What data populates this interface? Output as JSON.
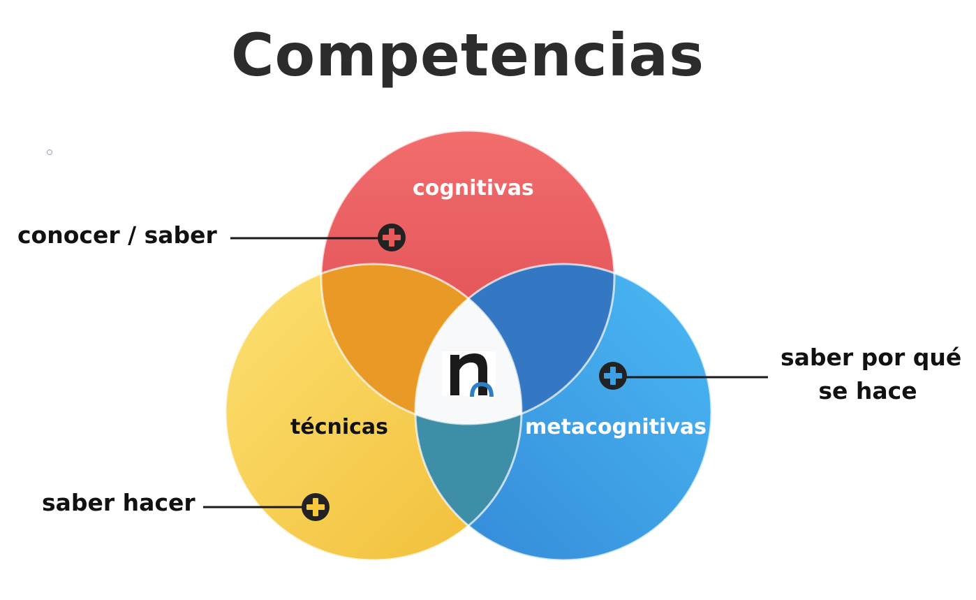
{
  "title": "Competencias",
  "circles": [
    {
      "id": "cognitivas",
      "label": "cognitivas",
      "color": "#e85a5a",
      "text_color": "#ffffff"
    },
    {
      "id": "tecnicas",
      "label": "técnicas",
      "color": "#f7c83c",
      "text_color": "#111111"
    },
    {
      "id": "metacognitivas",
      "label": "metacognitivas",
      "color": "#3d9fe6",
      "text_color": "#ffffff"
    }
  ],
  "callouts": [
    {
      "id": "conocer",
      "label": "conocer / saber",
      "icon": "plus-circle-icon",
      "icon_color": "#e85a5a"
    },
    {
      "id": "hacer",
      "label": "saber hacer",
      "icon": "plus-circle-icon",
      "icon_color": "#f7c83c"
    },
    {
      "id": "porque",
      "line1": "saber por qué",
      "line2": "se hace",
      "icon": "plus-circle-icon",
      "icon_color": "#3d9fe6"
    }
  ],
  "logo": {
    "icon": "n-logo-icon",
    "dark_color": "#1a1a1a",
    "accent_color": "#2f7fc4"
  }
}
